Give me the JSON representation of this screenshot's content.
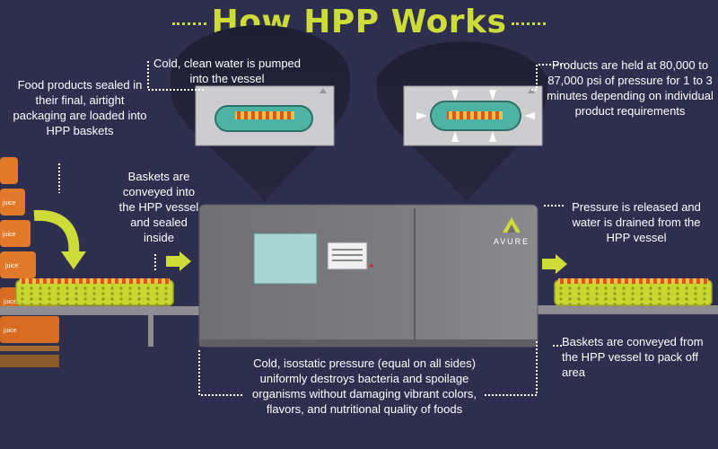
{
  "title": "How HPP Works",
  "brand": "AVURE",
  "captions": {
    "food_sealed": "Food products sealed in their final, airtight packaging are loaded into HPP baskets",
    "water_pumped": "Cold, clean water is pumped into the vessel",
    "products_held": "Products are held at 80,000 to 87,000 psi of pressure for 1 to 3 minutes depending on individual product requirements",
    "baskets_in": "Baskets are conveyed into the HPP vessel and sealed inside",
    "pressure_released": "Pressure is released and water is drained from the HPP vessel",
    "isostatic": "Cold, isostatic pressure (equal on all sides) uniformly destroys bacteria and spoilage organisms without damaging vibrant colors, flavors, and nutritional quality of foods",
    "baskets_out": "Baskets are conveyed from the HPP vessel to pack off area"
  },
  "bottle_label": "juice",
  "colors": {
    "background": "#2e2e4f",
    "accent": "#cddc39",
    "machine": "#7a7a7e",
    "water": "#4fb3a4"
  }
}
